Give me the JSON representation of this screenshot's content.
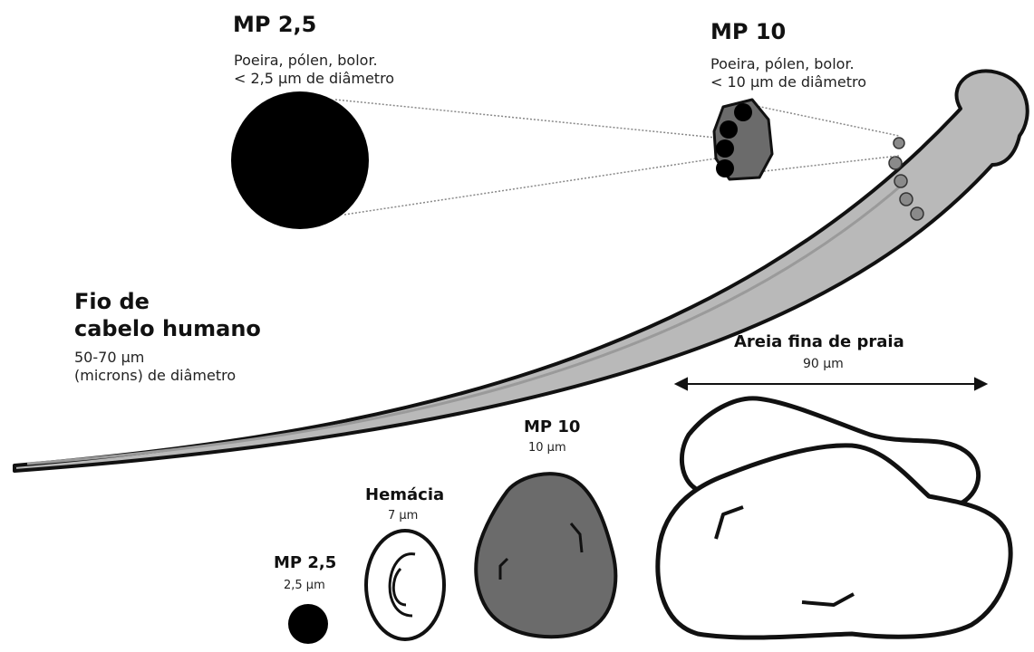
{
  "top_mp25": {
    "title": "MP 2,5",
    "line1": "Poeira, pólen, bolor.",
    "line2": "< 2,5 µm  de diâmetro"
  },
  "top_mp10": {
    "title": "MP 10",
    "line1": "Poeira, pólen, bolor.",
    "line2": "< 10 µm  de diâmetro"
  },
  "hair": {
    "title1": "Fio de",
    "title2": "cabelo humano",
    "line1": "50-70 µm",
    "line2": "(microns) de diâmetro"
  },
  "sand": {
    "title": "Areia fina de praia",
    "size": "90 µm"
  },
  "bottom_mp10": {
    "title": "MP 10",
    "size": "10 µm"
  },
  "hemacia": {
    "title": "Hemácia",
    "size": "7 µm"
  },
  "bottom_mp25": {
    "title": "MP 2,5",
    "size": "2,5 µm"
  },
  "colors": {
    "ink": "#111111",
    "hair_fill": "#b9b9b9",
    "particle_fill": "#6b6b6b",
    "guide_line": "#888888"
  }
}
